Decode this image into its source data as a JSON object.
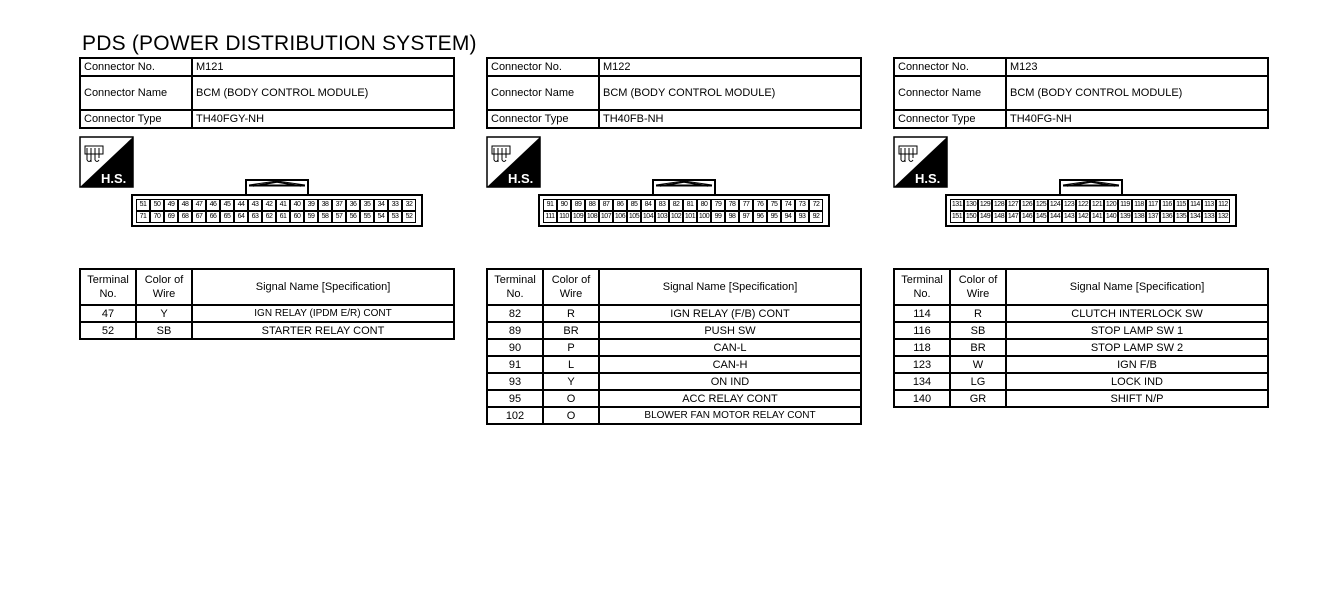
{
  "title": "PDS (POWER DISTRIBUTION SYSTEM)",
  "labels": {
    "connector_no": "Connector No.",
    "connector_name": "Connector Name",
    "connector_type": "Connector Type",
    "hs": "H.S.",
    "terminal_no": "Terminal No.",
    "color_of_wire": "Color of Wire",
    "signal_name": "Signal Name [Specification]"
  },
  "connectors": [
    {
      "no": "M121",
      "name": "BCM (BODY CONTROL MODULE)",
      "type": "TH40FGY-NH",
      "pins_top": [
        "51",
        "50",
        "49",
        "48",
        "47",
        "46",
        "45",
        "44",
        "43",
        "42",
        "41",
        "40",
        "39",
        "38",
        "37",
        "36",
        "35",
        "34",
        "33",
        "32"
      ],
      "pins_bottom": [
        "71",
        "70",
        "69",
        "68",
        "67",
        "66",
        "65",
        "64",
        "63",
        "62",
        "61",
        "60",
        "59",
        "58",
        "57",
        "56",
        "55",
        "54",
        "53",
        "52"
      ],
      "rows": [
        {
          "t": "47",
          "c": "Y",
          "s": "IGN RELAY (IPDM E/R) CONT"
        },
        {
          "t": "52",
          "c": "SB",
          "s": "STARTER RELAY CONT"
        }
      ]
    },
    {
      "no": "M122",
      "name": "BCM (BODY CONTROL MODULE)",
      "type": "TH40FB-NH",
      "pins_top": [
        "91",
        "90",
        "89",
        "88",
        "87",
        "86",
        "85",
        "84",
        "83",
        "82",
        "81",
        "80",
        "79",
        "78",
        "77",
        "76",
        "75",
        "74",
        "73",
        "72"
      ],
      "pins_bottom": [
        "111",
        "110",
        "109",
        "108",
        "107",
        "106",
        "105",
        "104",
        "103",
        "102",
        "101",
        "100",
        "99",
        "98",
        "97",
        "96",
        "95",
        "94",
        "93",
        "92"
      ],
      "rows": [
        {
          "t": "82",
          "c": "R",
          "s": "IGN RELAY (F/B) CONT"
        },
        {
          "t": "89",
          "c": "BR",
          "s": "PUSH SW"
        },
        {
          "t": "90",
          "c": "P",
          "s": "CAN-L"
        },
        {
          "t": "91",
          "c": "L",
          "s": "CAN-H"
        },
        {
          "t": "93",
          "c": "Y",
          "s": "ON IND"
        },
        {
          "t": "95",
          "c": "O",
          "s": "ACC RELAY CONT"
        },
        {
          "t": "102",
          "c": "O",
          "s": "BLOWER FAN MOTOR RELAY CONT"
        }
      ]
    },
    {
      "no": "M123",
      "name": "BCM (BODY CONTROL MODULE)",
      "type": "TH40FG-NH",
      "pins_top": [
        "131",
        "130",
        "129",
        "128",
        "127",
        "126",
        "125",
        "124",
        "123",
        "122",
        "121",
        "120",
        "119",
        "118",
        "117",
        "116",
        "115",
        "114",
        "113",
        "112"
      ],
      "pins_bottom": [
        "151",
        "150",
        "149",
        "148",
        "147",
        "146",
        "145",
        "144",
        "143",
        "142",
        "141",
        "140",
        "139",
        "138",
        "137",
        "136",
        "135",
        "134",
        "133",
        "132"
      ],
      "rows": [
        {
          "t": "114",
          "c": "R",
          "s": "CLUTCH INTERLOCK SW"
        },
        {
          "t": "116",
          "c": "SB",
          "s": "STOP LAMP SW 1"
        },
        {
          "t": "118",
          "c": "BR",
          "s": "STOP LAMP SW 2"
        },
        {
          "t": "123",
          "c": "W",
          "s": "IGN F/B"
        },
        {
          "t": "134",
          "c": "LG",
          "s": "LOCK IND"
        },
        {
          "t": "140",
          "c": "GR",
          "s": "SHIFT N/P"
        }
      ]
    }
  ]
}
